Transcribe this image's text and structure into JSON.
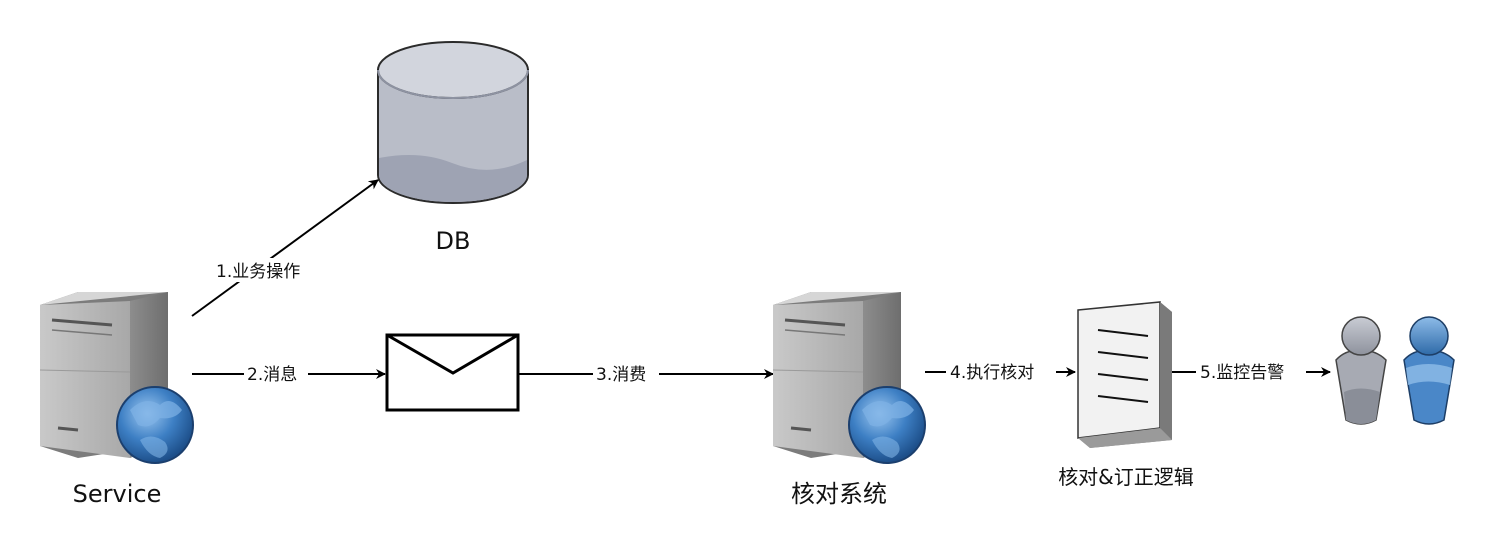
{
  "nodes": {
    "db": {
      "label": "DB",
      "icon": "database-icon"
    },
    "service": {
      "label": "Service",
      "icon": "web-server-icon"
    },
    "message": {
      "icon": "envelope-icon"
    },
    "reconcile_system": {
      "label": "核对系统",
      "icon": "web-server-icon"
    },
    "logic_doc": {
      "label": "核对&订正逻辑",
      "icon": "document-icon"
    },
    "users": {
      "icon": "users-icon"
    }
  },
  "edges": {
    "business_op": "1.业务操作",
    "message": "2.消息",
    "consume": "3.消费",
    "execute_check": "4.执行核对",
    "alert": "5.监控告警"
  },
  "colors": {
    "server_body": "#9a9a9a",
    "server_front": "#bdbdbd",
    "globe": "#3d7fc4",
    "db_body": "#b9bdc8",
    "db_shade": "#9ea3b3",
    "user_gray": "#a7aab3",
    "user_blue": "#4a87c8",
    "edge": "#000000"
  }
}
